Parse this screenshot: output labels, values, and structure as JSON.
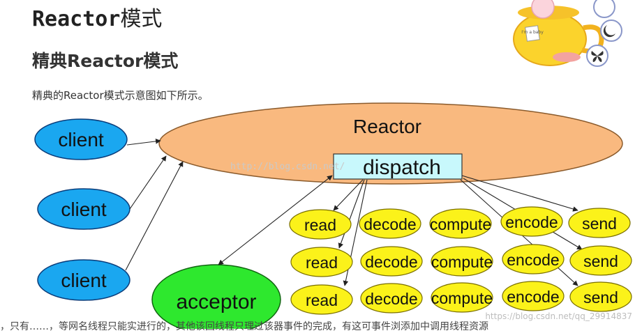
{
  "header": {
    "title_latin": "Reactor",
    "title_cjk": "模式",
    "subtitle": "精典Reactor模式",
    "intro": "精典的Reactor模式示意图如下所示。",
    "bottom_text": "，只有……，等网名线程只能实进行的，其他该回线程只理过该器事件的完成，有这可事件浏添加中调用线程资源"
  },
  "diagram": {
    "reactor": "Reactor",
    "dispatch": "dispatch",
    "clients": [
      "client",
      "client",
      "client"
    ],
    "acceptor": "acceptor",
    "handler_rows": [
      [
        "read",
        "decode",
        "compute",
        "encode",
        "send"
      ],
      [
        "read",
        "decode",
        "compute",
        "encode",
        "send"
      ],
      [
        "read",
        "decode",
        "compute",
        "encode",
        "send"
      ]
    ],
    "watermark_center": "http://blog.csdn.net/",
    "watermark_bottom": "https://blog.csdn.net/qq_29914837",
    "colors": {
      "client": "#1aa7f0",
      "reactor": "#f9b97f",
      "dispatch": "#c8f8fc",
      "acceptor": "#2ee82e",
      "handler": "#fbf21a"
    }
  },
  "decoration": {
    "cup_label": "I'm a baby"
  }
}
